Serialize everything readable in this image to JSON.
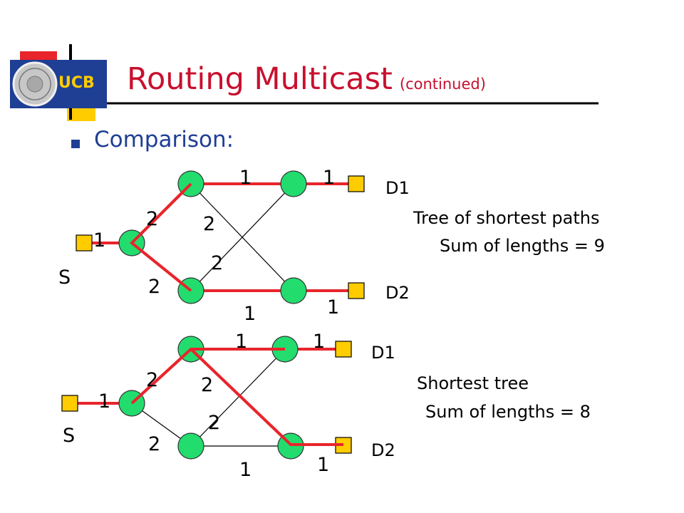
{
  "logo": {
    "text": "UCB"
  },
  "header": {
    "title": "Routing Multicast",
    "title_suffix": "(continued)"
  },
  "bullet": {
    "text": "Comparison:"
  },
  "diagrams": [
    {
      "source_label": "S",
      "dest1_label": "D1",
      "dest2_label": "D2",
      "caption_line1": "Tree of shortest paths",
      "caption_line2": "Sum of lengths = 9",
      "edge_labels": {
        "s_a": "1",
        "a_b": "2",
        "a_c": "2",
        "b_d": "1",
        "d_d1": "1",
        "b_e": "2",
        "c_d": "2",
        "c_e": "1",
        "e_d2": "1"
      }
    },
    {
      "source_label": "S",
      "dest1_label": "D1",
      "dest2_label": "D2",
      "caption_line1": "Shortest tree",
      "caption_line2": "Sum of lengths = 8",
      "edge_labels": {
        "s_a": "1",
        "a_b": "2",
        "a_c": "2",
        "b_d": "1",
        "d_d1": "1",
        "b_e": "2",
        "c_d": "2",
        "c_e": "1",
        "e_d2": "1"
      }
    }
  ],
  "colors": {
    "title": "#c8102e",
    "bullet": "#1f3f94",
    "node": "#22dd6e",
    "terminal": "#ffcc00",
    "tree_edge": "#e8252b",
    "edge": "#000000"
  }
}
